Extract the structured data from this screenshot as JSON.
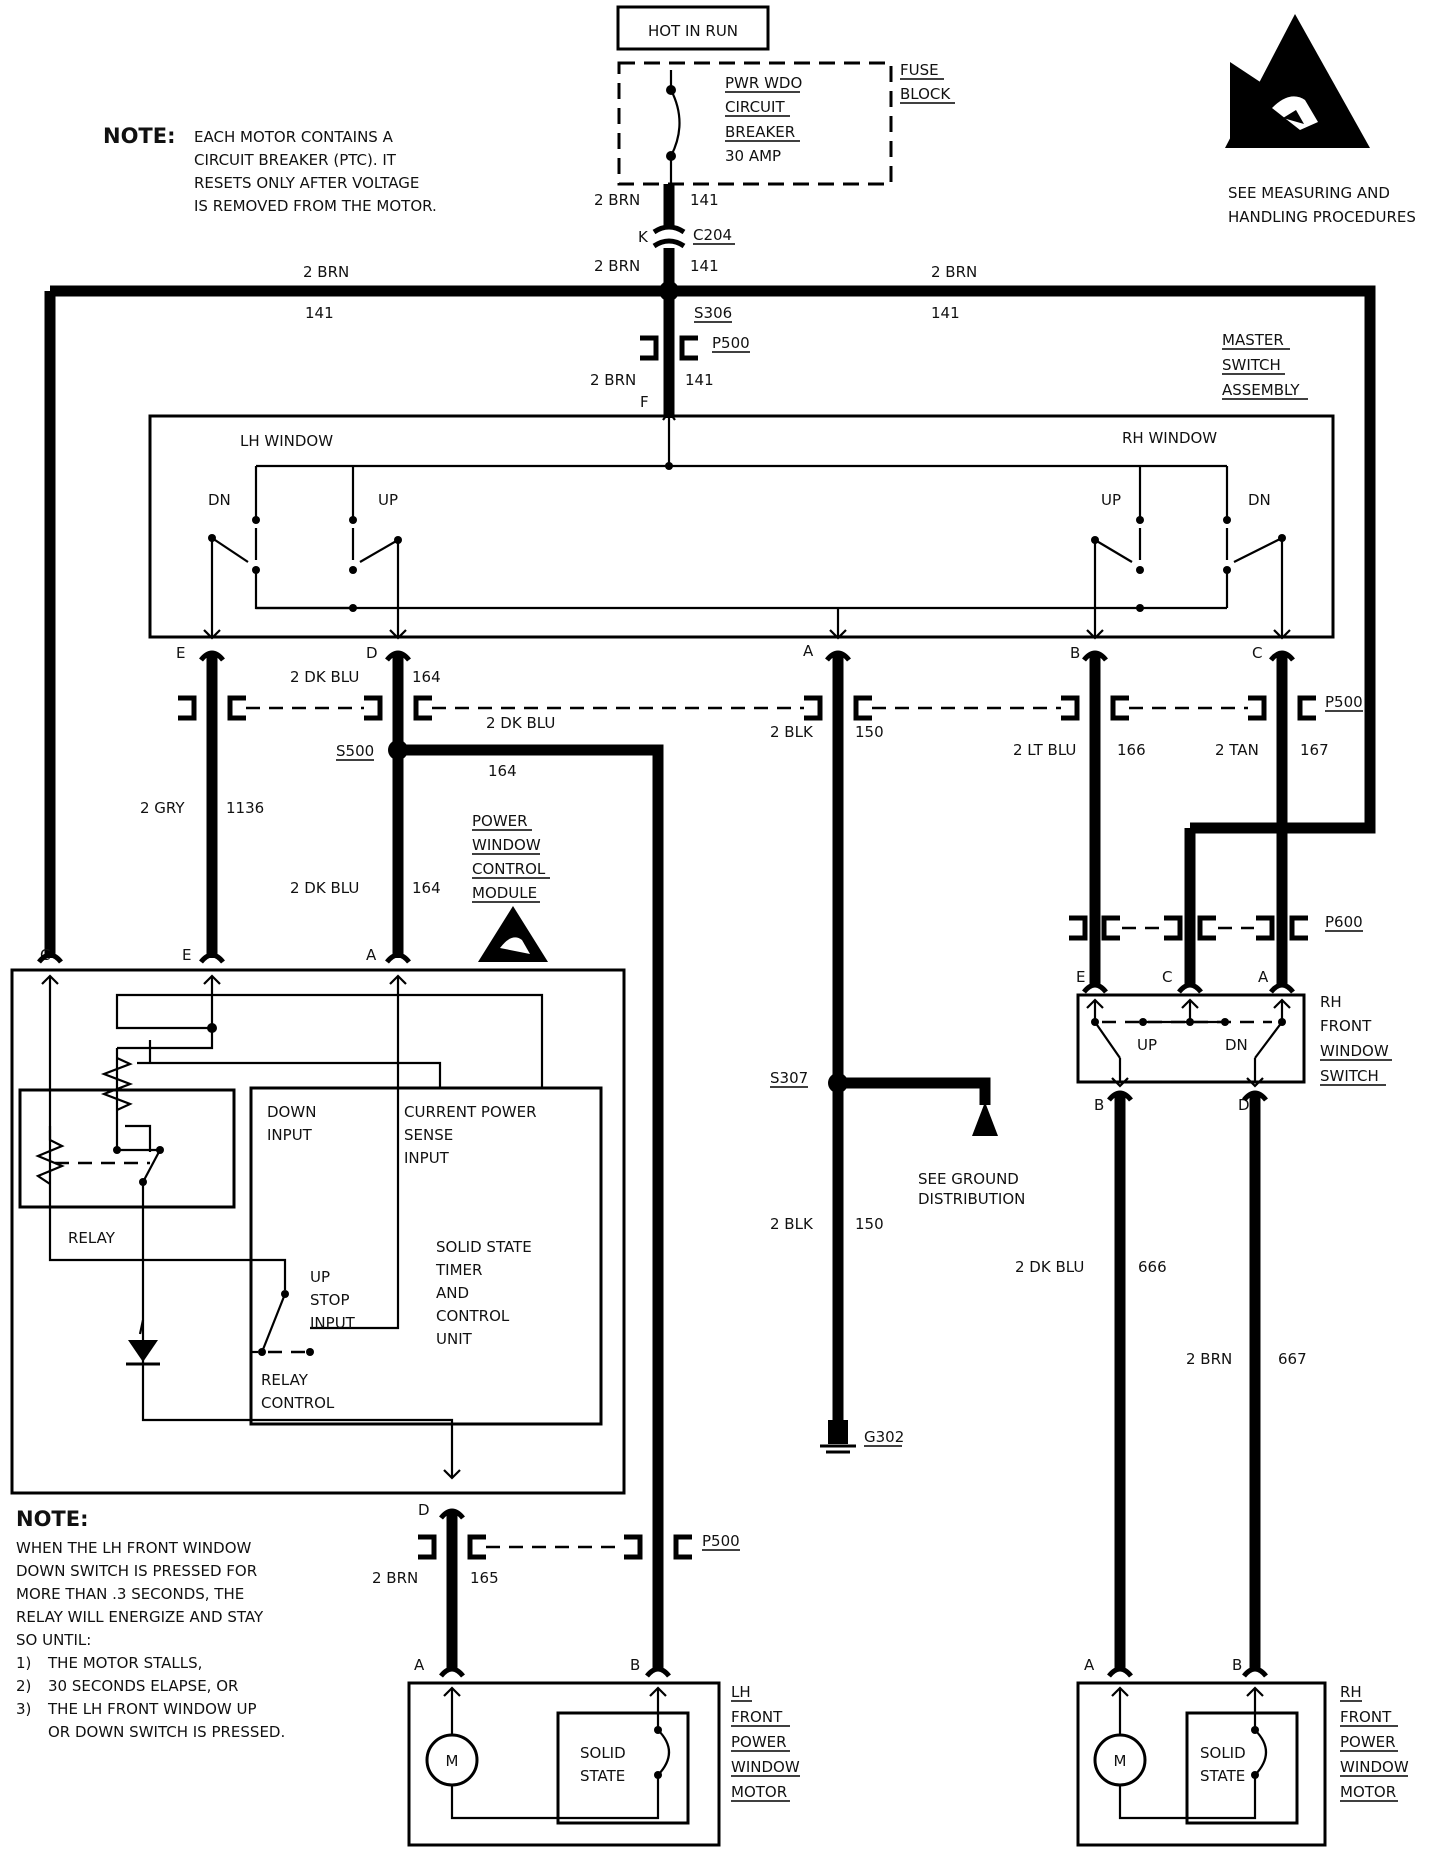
{
  "header": {
    "hot_in_run": "HOT IN RUN",
    "fuse_block_1": "FUSE",
    "fuse_block_2": "BLOCK",
    "breaker_1": "PWR WDO",
    "breaker_2": "CIRCUIT",
    "breaker_3": "BREAKER",
    "breaker_4": "30 AMP"
  },
  "note_top": {
    "head": "NOTE:",
    "line1": "EACH MOTOR CONTAINS A",
    "line2": "CIRCUIT BREAKER (PTC). IT",
    "line3": "RESETS ONLY AFTER VOLTAGE",
    "line4": "IS REMOVED FROM THE MOTOR."
  },
  "esd": {
    "line1": "SEE MEASURING AND",
    "line2": "HANDLING PROCEDURES"
  },
  "wires": {
    "brn": "2 BRN",
    "c141": "141",
    "dk_blu": "2 DK BLU",
    "c164": "164",
    "blk": "2 BLK",
    "c150": "150",
    "lt_blu": "2 LT BLU",
    "c166": "166",
    "tan": "2 TAN",
    "c167": "167",
    "gry": "2 GRY",
    "c1136": "1136",
    "c165": "165",
    "c666": "666",
    "c667": "667"
  },
  "connectors": {
    "c204": "C204",
    "s306": "S306",
    "p500": "P500",
    "s500": "S500",
    "s307": "S307",
    "g302": "G302",
    "p600": "P600"
  },
  "pins": {
    "a": "A",
    "b": "B",
    "c": "C",
    "d": "D",
    "e": "E",
    "f": "F",
    "k": "K"
  },
  "master_switch": {
    "line1": "MASTER",
    "line2": "SWITCH",
    "line3": "ASSEMBLY",
    "lh_window": "LH  WINDOW",
    "rh_window": "RH  WINDOW",
    "dn": "DN",
    "up": "UP"
  },
  "module": {
    "line1": "POWER",
    "line2": "WINDOW",
    "line3": "CONTROL",
    "line4": "MODULE",
    "down_input_1": "DOWN",
    "down_input_2": "INPUT",
    "current_1": "CURRENT  POWER",
    "current_2": "SENSE",
    "current_3": "INPUT",
    "relay": "RELAY",
    "up_stop_1": "UP",
    "up_stop_2": "STOP",
    "up_stop_3": "INPUT",
    "relay_control_1": "RELAY",
    "relay_control_2": "CONTROL",
    "timer_1": "SOLID STATE",
    "timer_2": "TIMER",
    "timer_3": "AND",
    "timer_4": "CONTROL",
    "timer_5": "UNIT"
  },
  "ground": {
    "line1": "SEE GROUND",
    "line2": "DISTRIBUTION"
  },
  "rh_switch": {
    "line1": "RH",
    "line2": "FRONT",
    "line3": "WINDOW",
    "line4": "SWITCH",
    "up": "UP",
    "dn": "DN"
  },
  "note_bottom": {
    "head": "NOTE:",
    "line1": "WHEN THE LH FRONT WINDOW",
    "line2": "DOWN SWITCH IS PRESSED FOR",
    "line3": "MORE THAN .3 SECONDS, THE",
    "line4": "RELAY WILL ENERGIZE AND STAY",
    "line5": "SO UNTIL:",
    "item1_num": "1)",
    "item1": "THE MOTOR STALLS,",
    "item2_num": "2)",
    "item2": "30 SECONDS ELAPSE, OR",
    "item3_num": "3)",
    "item3": "THE LH FRONT WINDOW UP",
    "item3b": "OR DOWN SWITCH IS PRESSED."
  },
  "motors": {
    "m": "M",
    "solid": "SOLID",
    "state": "STATE",
    "lh_1": "LH",
    "rh_1": "RH",
    "line2": "FRONT",
    "line3": "POWER",
    "line4": "WINDOW",
    "line5": "MOTOR"
  }
}
